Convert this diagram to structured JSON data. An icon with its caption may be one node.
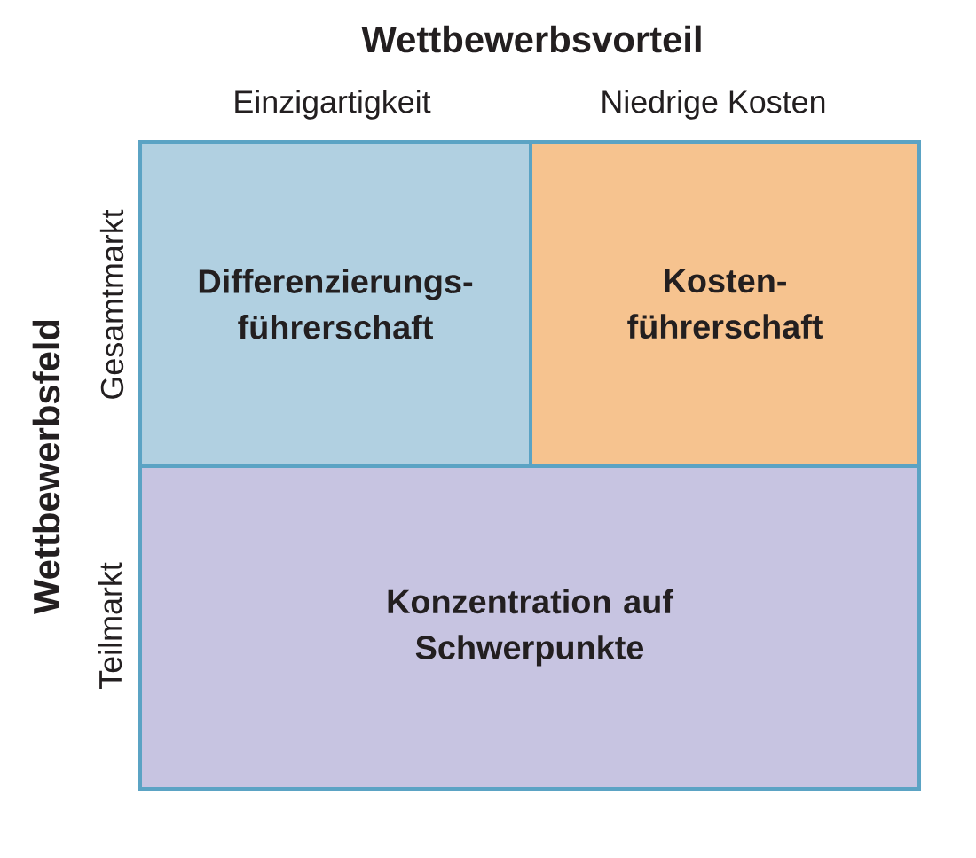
{
  "diagram": {
    "nodes": [
      {
        "text": [
          "Differenzierungs- führerschaft"
        ]
      },
      {
        "text": [
          "Kosten- führerschaft"
        ]
      },
      {
        "text": [
          "Konzentration auf Schwerpunkte"
        ]
      }
    ],
    "labels": [
      "Wettbewerbsvorteil",
      "Einzigartigkeit",
      "Niedrige Kosten",
      "Wettbewerbsfeld",
      "Gesamtmarkt",
      "Teilmarkt"
    ]
  }
}
